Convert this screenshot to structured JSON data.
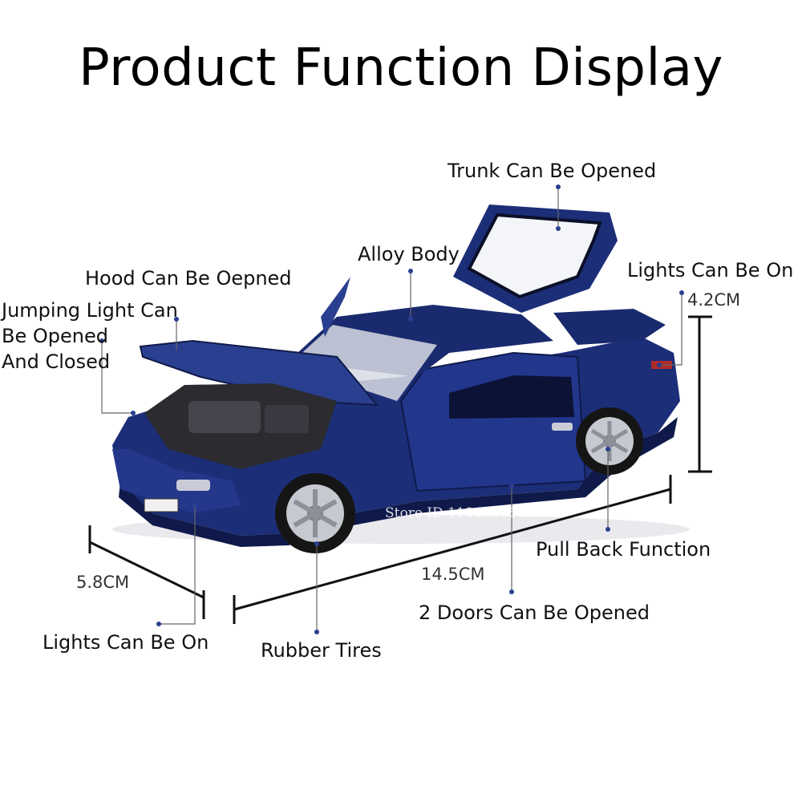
{
  "title": "Product Function Display",
  "labels": {
    "trunk": "Trunk Can Be Opened",
    "alloy": "Alloy Body",
    "hood": "Hood Can Be Oepned",
    "jump1": "Jumping Light Can",
    "jump2": "Be Opened",
    "jump3": "And Closed",
    "lights_rear": "Lights Can Be On",
    "pull_back": "Pull Back Function",
    "doors": "2 Doors Can Be Opened",
    "tires": "Rubber Tires",
    "lights_front": "Lights Can Be On"
  },
  "dimensions": {
    "height": "4.2CM",
    "width": "5.8CM",
    "length": "14.5CM"
  },
  "watermark": "Store ID 1104069607",
  "colors": {
    "car_body": "#1c2e78",
    "car_dark": "#0f1a4a",
    "leader_dot": "#2a3f8f"
  }
}
